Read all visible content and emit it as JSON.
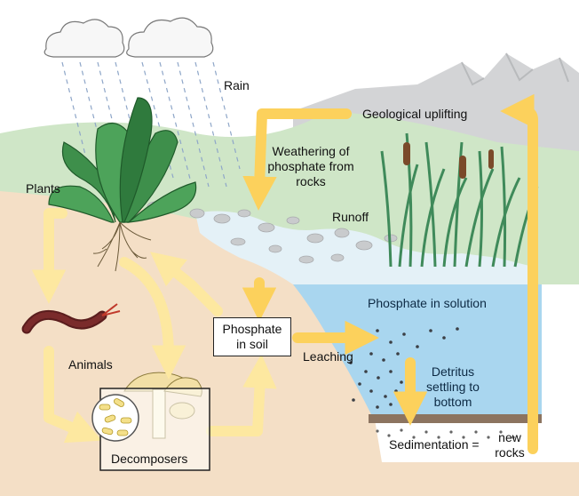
{
  "labels": {
    "rain": "Rain",
    "geological_uplifting": "Geological uplifting",
    "weathering": "Weathering of phosphate from rocks",
    "plants": "Plants",
    "runoff": "Runoff",
    "phosphate_in_solution": "Phosphate in solution",
    "phosphate_in_soil": "Phosphate in soil",
    "leaching": "Leaching",
    "animals": "Animals",
    "detritus": "Detritus settling to bottom",
    "decomposers": "Decomposers",
    "sedimentation": "Sedimentation =",
    "new_rocks": "new rocks"
  },
  "colors": {
    "arrow": "#fde8a0",
    "arrow_dark": "#fcd15c",
    "soil": "#f4dfc6",
    "water": "#a9d6ef",
    "grass": "#cfe6c7",
    "mountain": "#cfd1d3"
  }
}
